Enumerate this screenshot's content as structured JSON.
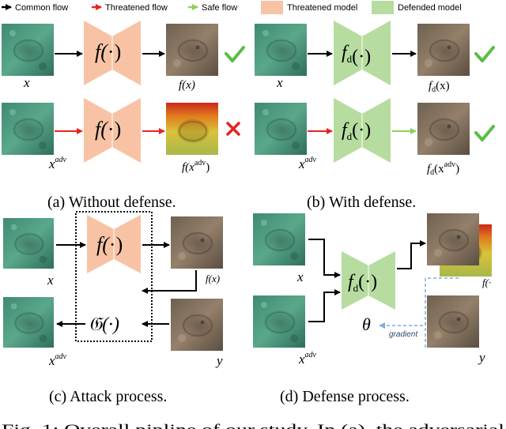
{
  "legend": {
    "common_flow": "Common flow",
    "threatened_flow": "Threatened flow",
    "safe_flow": "Safe flow",
    "threatened_model": "Threatened model",
    "defended_model": "Defended model"
  },
  "colors": {
    "common": "#000000",
    "threatened": "#e8231f",
    "safe": "#8ed05c",
    "threatened_model": "#f8c3a4",
    "defended_model": "#b7dca0",
    "check": "#5bbd47",
    "cross": "#e8231f",
    "gradient": "#7aaedc"
  },
  "labels": {
    "x": "x",
    "y": "y",
    "adv": "adv",
    "f_open": "f(",
    "dot": "·",
    "close": ")",
    "f": "f",
    "d": "d",
    "fx": "f(x)",
    "fdx": "(x)",
    "fdadv_open": "(x",
    "fadv_open": "f(x",
    "theta": "θ",
    "gradient": "gradient",
    "G": "𝔊(·)",
    "f_partial": "f(·"
  },
  "captions": {
    "a": "(a)  Without defense.",
    "b": "(b)  With defense.",
    "c": "(c)  Attack process.",
    "d": "(d)  Defense process."
  },
  "footer_fragment": "Fig.   1:   Overall   pipline   of   our   study.   In   (a),   the   adversarial"
}
